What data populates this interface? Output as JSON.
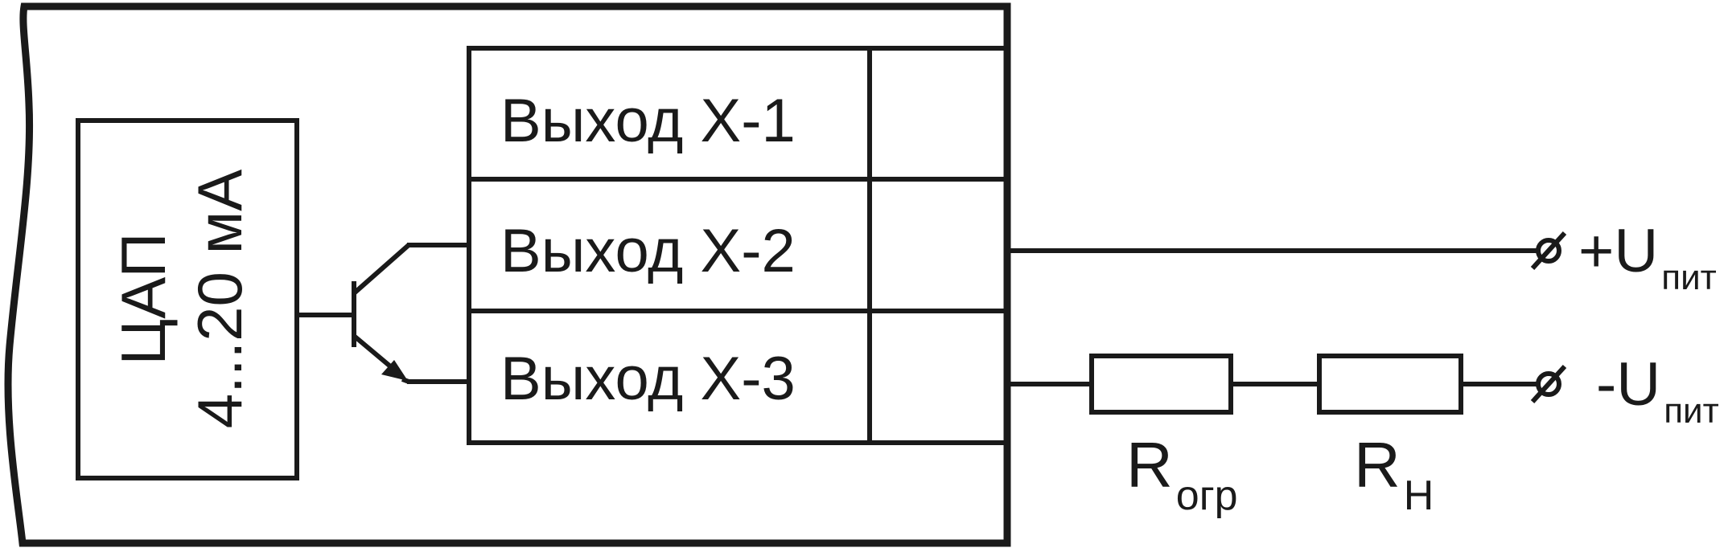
{
  "dac": {
    "line1": "ЦАП",
    "line2": "4...20 мА"
  },
  "outputs": [
    {
      "label": "Выход X-1"
    },
    {
      "label": "Выход X-2"
    },
    {
      "label": "Выход X-3"
    }
  ],
  "terminals": {
    "plus": {
      "sign": "+U",
      "sub": "пит"
    },
    "minus": {
      "sign": "-U",
      "sub": "пит"
    }
  },
  "resistors": {
    "limit": {
      "symbol": "R",
      "sub": "огр"
    },
    "load": {
      "symbol": "R",
      "sub": "Н"
    }
  },
  "colors": {
    "stroke": "#1a1a1a",
    "background": "#ffffff"
  }
}
